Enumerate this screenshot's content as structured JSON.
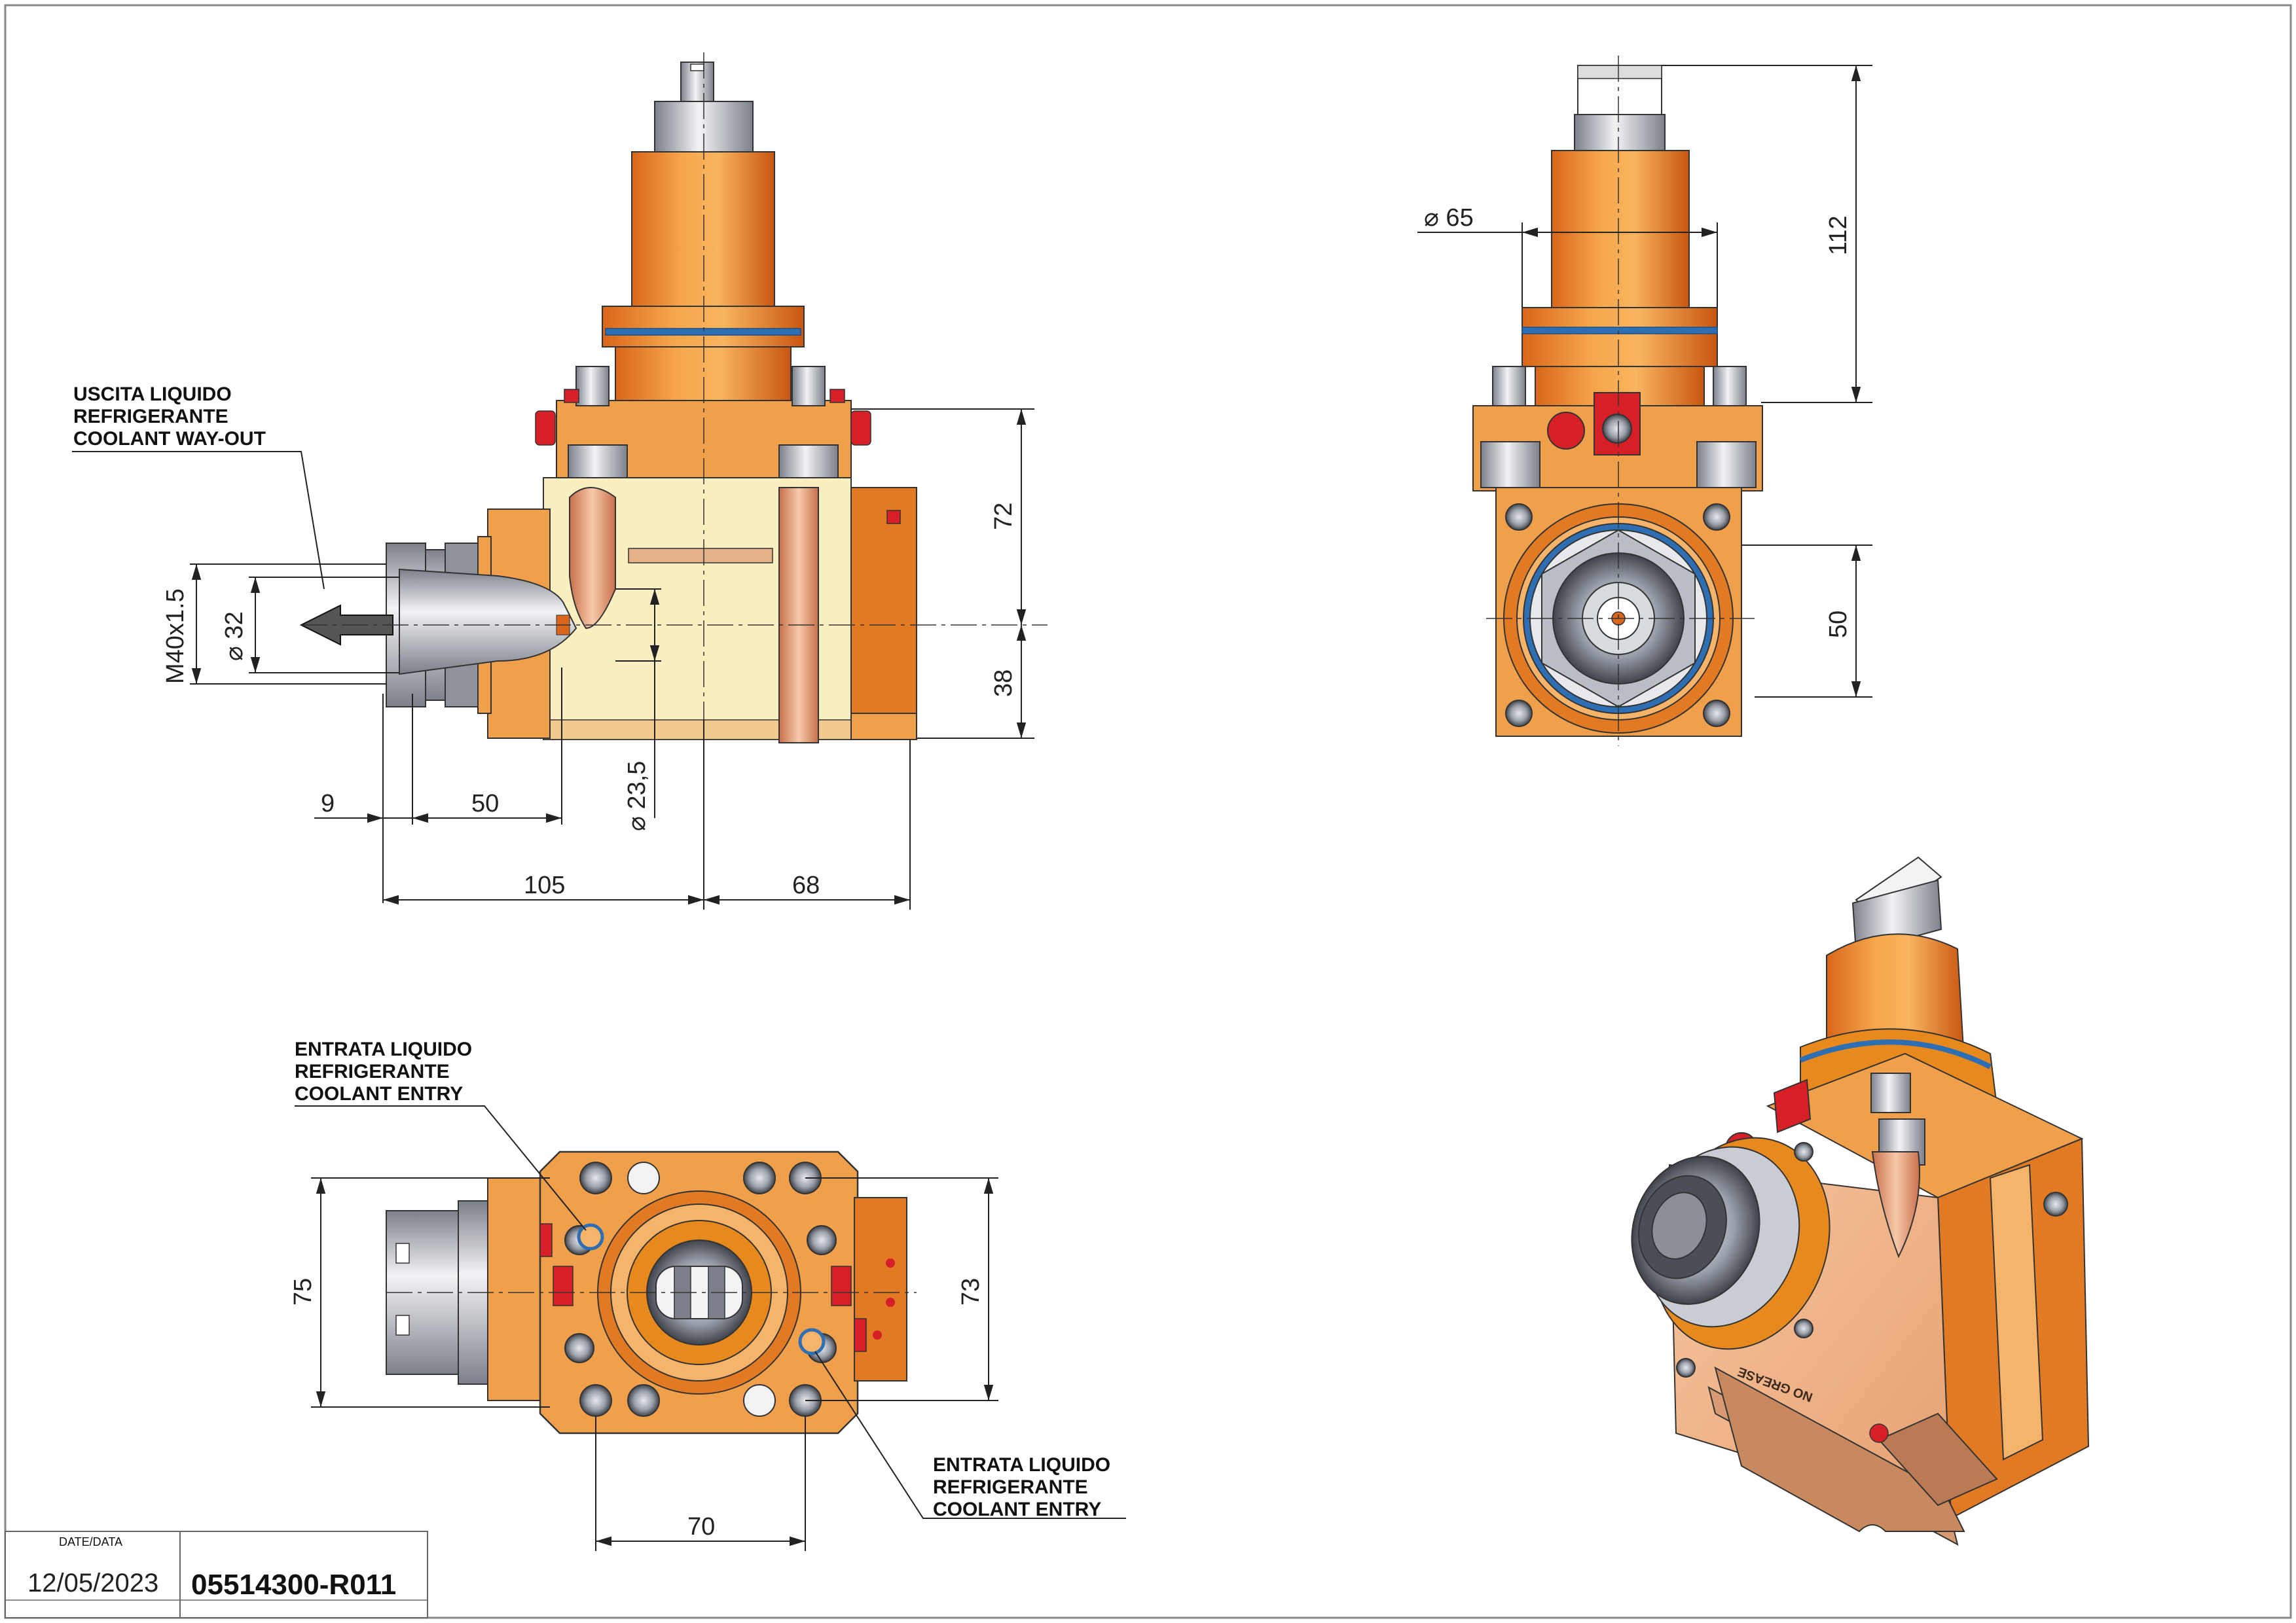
{
  "notes": {
    "coolant_out": [
      "USCITA LIQUIDO",
      "REFRIGERANTE",
      "COOLANT WAY-OUT"
    ],
    "coolant_entry_top": [
      "ENTRATA LIQUIDO",
      "REFRIGERANTE",
      "COOLANT ENTRY"
    ],
    "coolant_entry_bottom": [
      "ENTRATA LIQUIDO",
      "REFRIGERANTE",
      "COOLANT ENTRY"
    ]
  },
  "dimensions": {
    "front_thread": "M40x1.5",
    "front_dia32": "⌀ 32",
    "front_72": "72",
    "front_38": "38",
    "front_9": "9",
    "front_50": "50",
    "front_dia235": "⌀ 23,5",
    "front_105": "105",
    "front_68": "68",
    "side_dia65": "⌀ 65",
    "side_112": "112",
    "side_50": "50",
    "top_75": "75",
    "top_73": "73",
    "top_70": "70"
  },
  "product_marking": "NO GREASE",
  "title_block": {
    "date_label": "DATE/DATA",
    "date": "12/05/2023",
    "code": "05514300-R011"
  },
  "colors": {
    "housing_orange": "#e8891e",
    "housing_light": "#f7c27a",
    "cream_panel": "#fbeec0",
    "dark_orange": "#d9661a",
    "steel": "#c9ccd2",
    "steel_dark": "#6b6f78",
    "seal_blue": "#2e6fb3",
    "red_plug": "#d61f26",
    "copper": "#e9a47b"
  }
}
